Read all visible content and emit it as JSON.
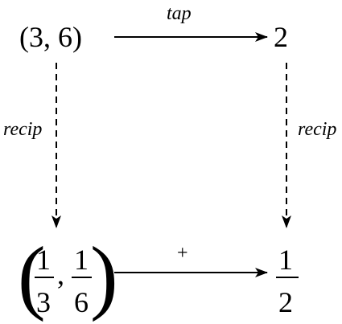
{
  "nodes": {
    "top_left": "(3, 6)",
    "top_right": "2",
    "bottom_left": {
      "open_paren": "(",
      "frac1": {
        "num": "1",
        "den": "3"
      },
      "comma": ",",
      "frac2": {
        "num": "1",
        "den": "6"
      },
      "close_paren": ")"
    },
    "bottom_right": {
      "num": "1",
      "den": "2"
    }
  },
  "edges": {
    "top": {
      "label": "tap",
      "style": "solid"
    },
    "bottom": {
      "label": "+",
      "style": "solid"
    },
    "left": {
      "label": "recip",
      "style": "dashed"
    },
    "right": {
      "label": "recip",
      "style": "dashed"
    }
  },
  "colors": {
    "ink": "#000000",
    "background": "#ffffff"
  }
}
